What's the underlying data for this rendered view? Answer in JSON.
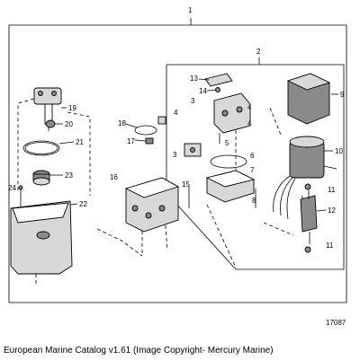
{
  "diagram": {
    "part_labels": [
      "1",
      "2",
      "3",
      "3",
      "4",
      "4",
      "4",
      "5",
      "6",
      "7",
      "8",
      "9",
      "10",
      "11",
      "11",
      "12",
      "13",
      "14",
      "15",
      "16",
      "17",
      "18",
      "19",
      "20",
      "21",
      "22",
      "23",
      "24"
    ],
    "figure_number": "17087"
  },
  "caption": "European Marine Catalog v1.61 (Image Copyright- Mercury Marine)"
}
